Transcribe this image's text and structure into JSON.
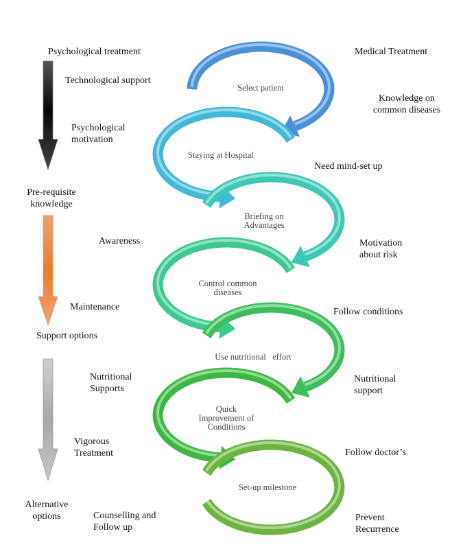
{
  "title": "Patient treatment process cycle",
  "left_column": {
    "stages": [
      {
        "name": "psychological",
        "label": "Psychological treatment",
        "arrow_color": "#1a1a1a"
      },
      {
        "name": "knowledge",
        "label": "Pre-requisite knowledge",
        "arrow_color": "#ee7b30"
      },
      {
        "name": "support",
        "label": "Support options",
        "arrow_color": "#b5b5b5"
      }
    ],
    "end_label": "Alternative options",
    "side_labels": [
      "Technological support",
      "Psychological motivation",
      "Awareness",
      "Maintenance",
      "Nutritional Supports",
      "Vigorous Treatment",
      "Counselling and Follow up"
    ]
  },
  "cycle_steps": [
    {
      "label": "Select patient",
      "color": "#4a90d9"
    },
    {
      "label": "Staying at Hospital",
      "color": "#40b8d8"
    },
    {
      "label": "Briefing on Advantages",
      "color": "#3cc8b4"
    },
    {
      "label": "Control common diseases",
      "color": "#3cc890"
    },
    {
      "label": "Use nutritional effort",
      "color": "#3cbf5a"
    },
    {
      "label": "Quick Improvement of Conditions",
      "color": "#3cb840"
    },
    {
      "label": "Set-up milestone",
      "color": "#6db33f"
    }
  ],
  "right_column": {
    "labels": [
      "Medical Treatment",
      "Knowledge on common diseases",
      "Need mind-set up",
      "Motivation about risk",
      "Follow conditions",
      "Nutritional support",
      "Follow doctor’s",
      "Prevent Recurrence"
    ]
  },
  "text": {
    "psych_treatment": "Psychological treatment",
    "tech_support": "Technological support",
    "psych_motivation_1": "Psychological",
    "psych_motivation_2": "motivation",
    "prereq_1": "Pre-requisite",
    "prereq_2": "knowledge",
    "awareness": "Awareness",
    "maintenance": "Maintenance",
    "support_options": "Support options",
    "nutritional_supports_1": "Nutritional",
    "nutritional_supports_2": "Supports",
    "vigorous_1": "Vigorous",
    "vigorous_2": "Treatment",
    "alternative_1": "Alternative",
    "alternative_2": "options",
    "counselling_1": "Counselling and",
    "counselling_2": "Follow up",
    "medical_treatment": "Medical Treatment",
    "knowledge_common_1": "Knowledge on",
    "knowledge_common_2": "common diseases",
    "need_mindset": "Need mind-set up",
    "motivation_risk_1": "Motivation",
    "motivation_risk_2": "about risk",
    "follow_conditions": "Follow conditions",
    "nutritional_support_1": "Nutritional",
    "nutritional_support_2": "support",
    "follow_doctors": "Follow doctor’s",
    "prevent_1": "Prevent",
    "prevent_2": "Recurrence",
    "select_patient": "Select patient",
    "staying_hospital": "Staying at Hospital",
    "briefing_1": "Briefing on",
    "briefing_2": "Advantages",
    "control_1": "Control common",
    "control_2": "diseases",
    "use_nutritional": "Use nutritional   effort",
    "quick_1": "Quick",
    "quick_2": "Improvement of",
    "quick_3": "Conditions",
    "setup_milestone": "Set-up milestone"
  }
}
